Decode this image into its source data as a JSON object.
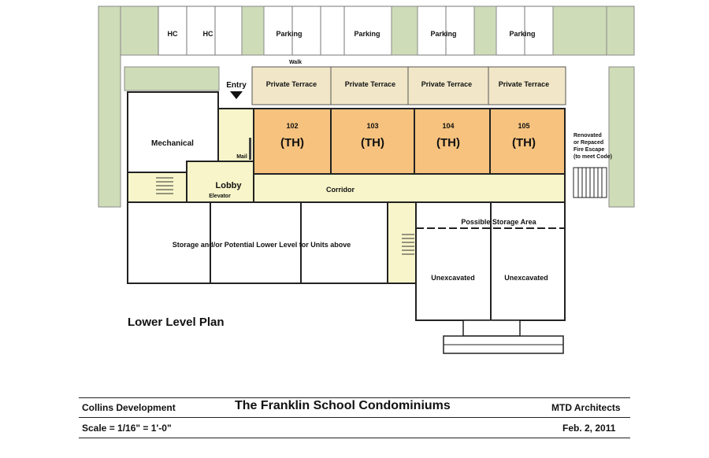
{
  "plan": {
    "title": "Lower Level Plan",
    "parking": {
      "hc": [
        "HC",
        "HC"
      ],
      "spaces": [
        "Parking",
        "Parking",
        "Parking",
        "Parking"
      ]
    },
    "walk": "Walk",
    "entry": "Entry",
    "terraces": [
      "Private Terrace",
      "Private Terrace",
      "Private Terrace",
      "Private Terrace"
    ],
    "units": [
      {
        "number": "102",
        "type": "(TH)"
      },
      {
        "number": "103",
        "type": "(TH)"
      },
      {
        "number": "104",
        "type": "(TH)"
      },
      {
        "number": "105",
        "type": "(TH)"
      }
    ],
    "rooms": {
      "mechanical": "Mechanical",
      "lobby": "Lobby",
      "mail": "Mail",
      "elevator": "Elevator",
      "corridor": "Corridor",
      "storage": "Storage  and/or Potential Lower Level for Units above",
      "possible_storage": "Possible  Storage Area",
      "unexcavated": [
        "Unexcavated",
        "Unexcavated"
      ]
    },
    "fire_escape": [
      "Renovated",
      "or Repaced",
      "Fire Escape",
      "(to meet Code)"
    ],
    "colors": {
      "site_green": "#cfdcb8",
      "terrace": "#f1e7c8",
      "unit_orange": "#f6c27e",
      "corridor_yellow": "#f7f5c9"
    }
  },
  "footer": {
    "developer": "Collins Development",
    "project": "The Franklin School Condominiums",
    "architect": "MTD Architects",
    "scale": "Scale = 1/16\" = 1'-0\"",
    "date": "Feb. 2, 2011"
  }
}
